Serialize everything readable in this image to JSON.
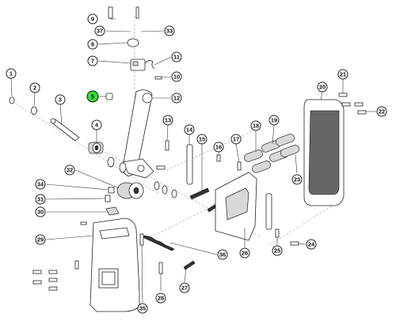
{
  "diagram": {
    "highlighted_item": "5",
    "callouts": [
      "1",
      "2",
      "3",
      "4",
      "5",
      "7",
      "8",
      "9",
      "10",
      "11",
      "12",
      "13",
      "14",
      "15",
      "16",
      "17",
      "18",
      "19",
      "20",
      "21",
      "22",
      "23",
      "24",
      "25",
      "26",
      "27",
      "28",
      "29",
      "30",
      "31",
      "32",
      "33",
      "34",
      "35",
      "36",
      "37"
    ]
  }
}
